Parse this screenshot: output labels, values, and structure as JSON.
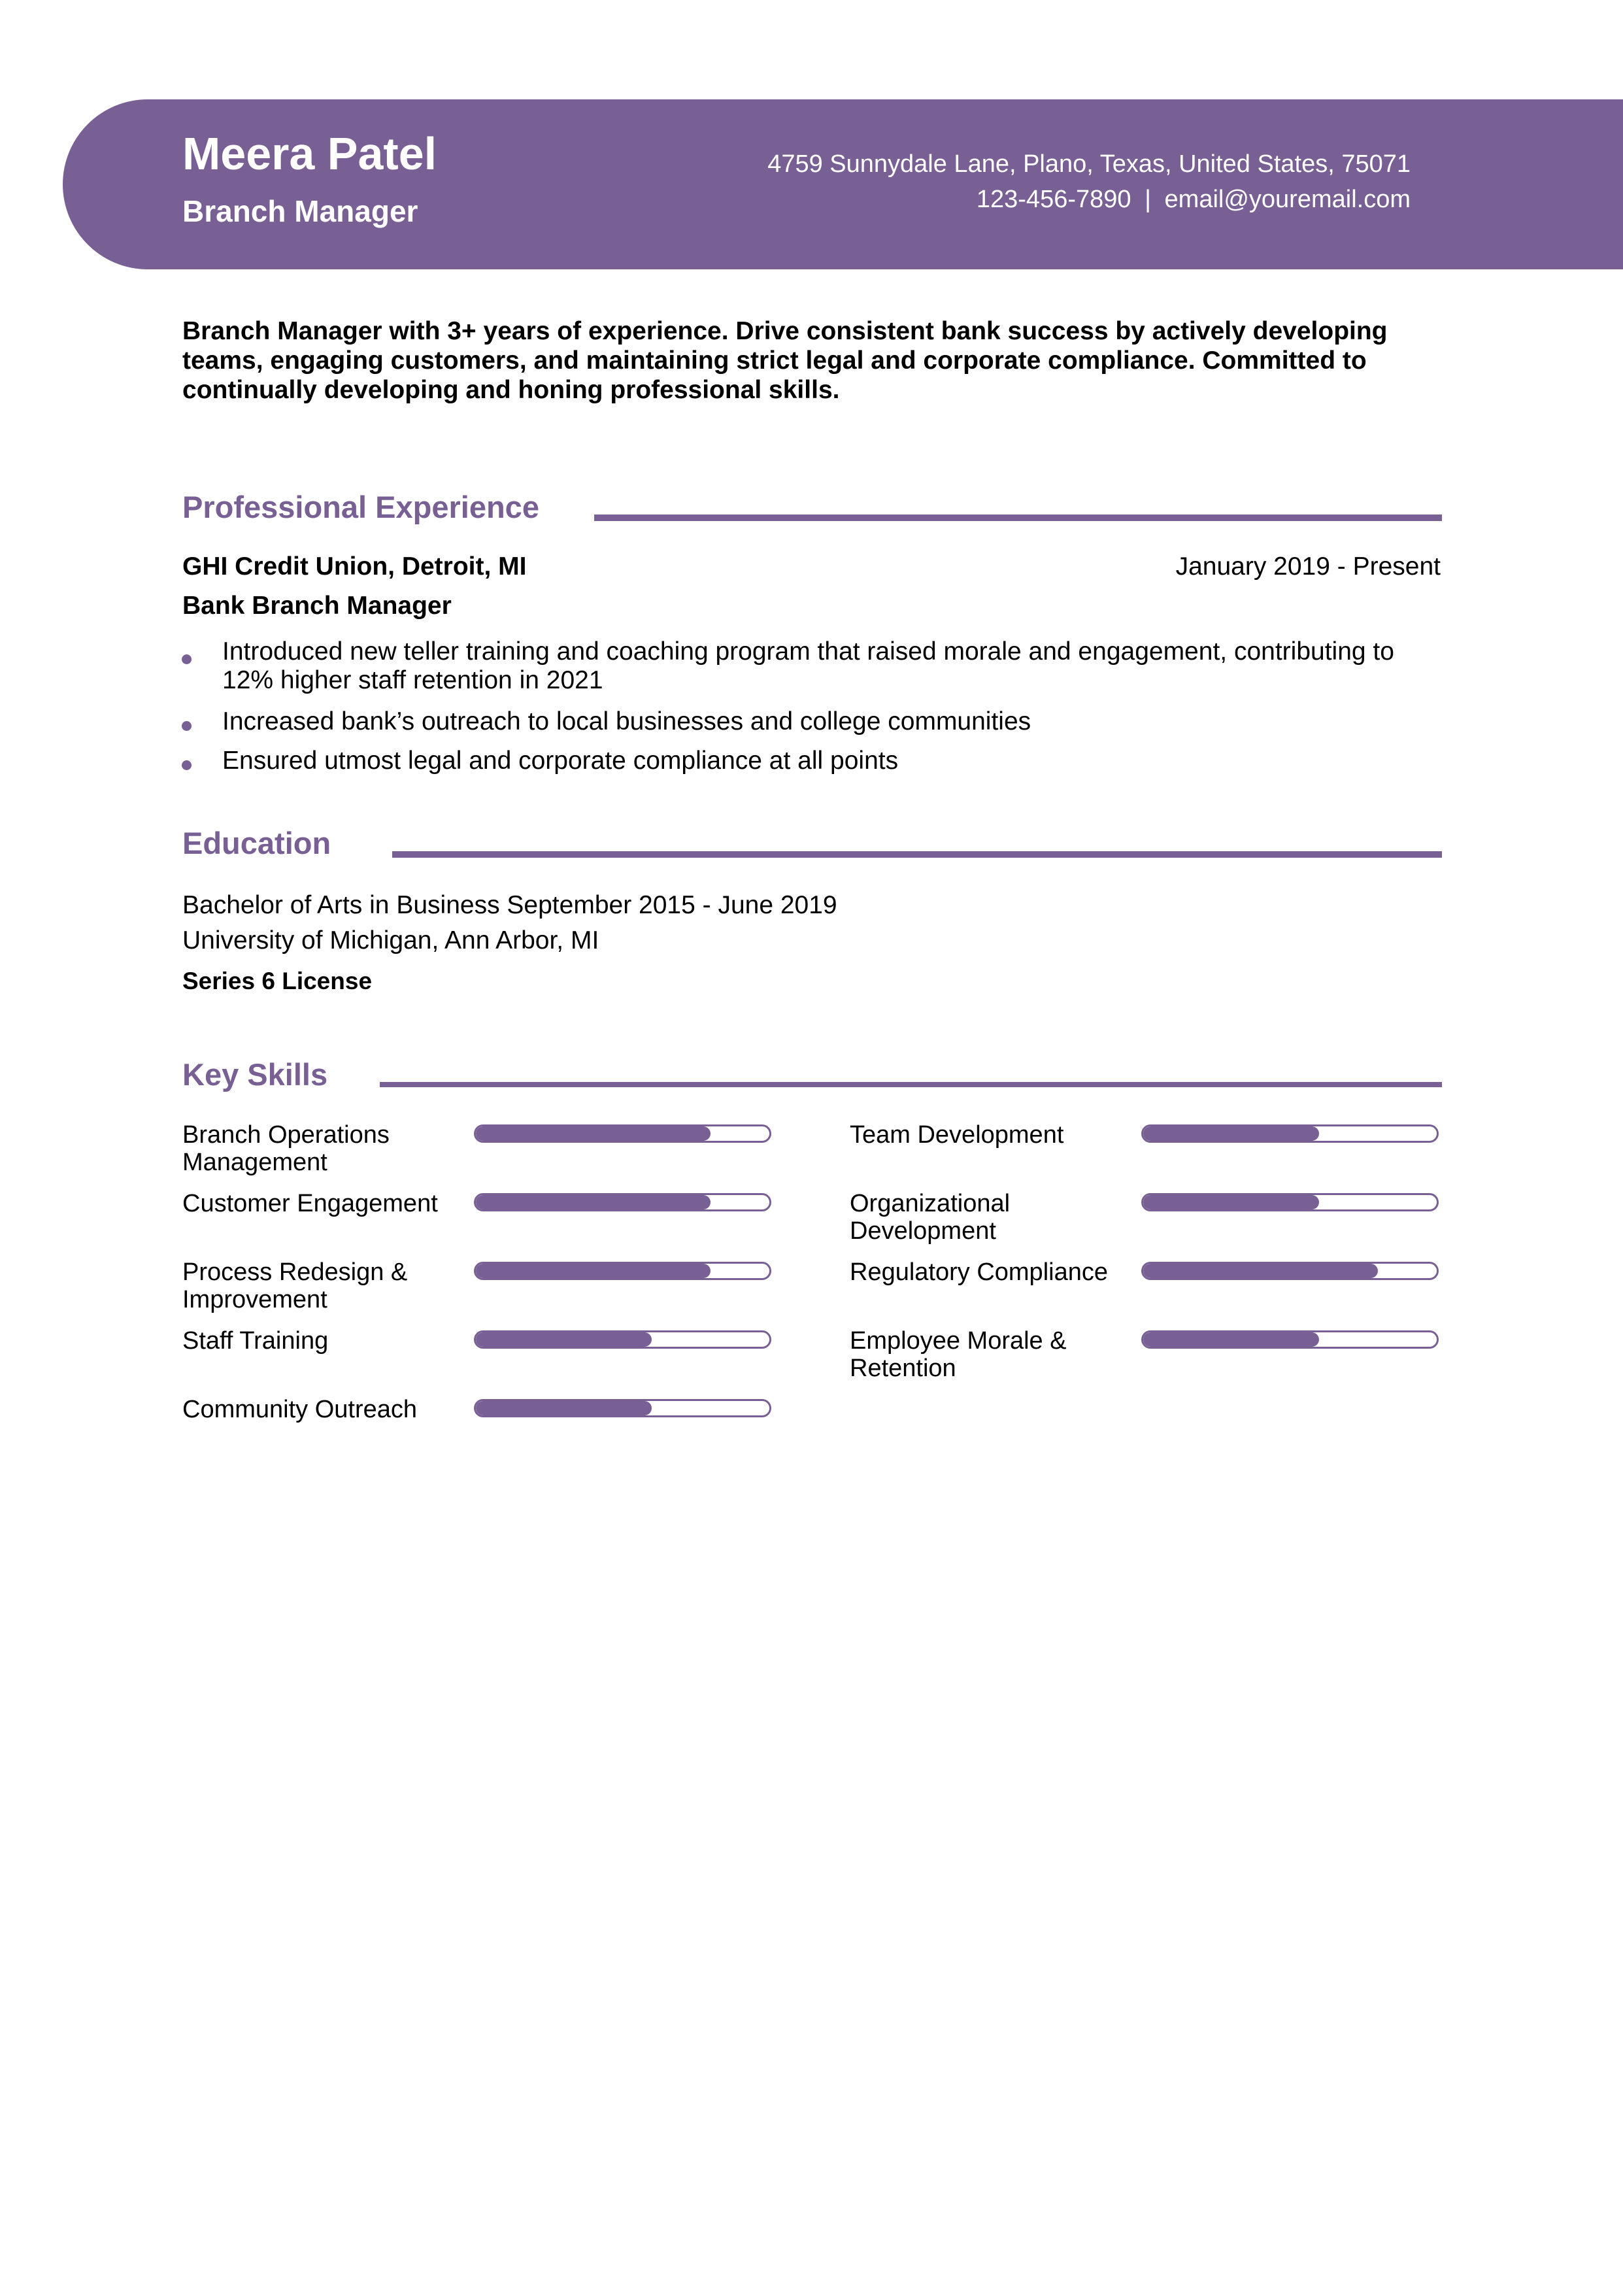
{
  "header": {
    "name": "Meera Patel",
    "title": "Branch Manager",
    "address": "4759 Sunnydale Lane, Plano, Texas, United States, 75071",
    "phone": "123-456-7890",
    "separator": "|",
    "email": "email@youremail.com"
  },
  "summary": "Branch Manager with 3+ years of experience. Drive consistent bank  success by actively developing teams, engaging customers, and  maintaining strict legal and corporate compliance. Committed to  continually developing and honing professional skills.",
  "experience": {
    "heading": "Professional Experience",
    "employer": "GHI Credit Union, Detroit, MI",
    "dates": "January 2019 - Present",
    "position": "Bank Branch Manager",
    "bullets": [
      "Introduced new teller training and coaching program that raised  morale and engagement, contributing to 12% higher staff retention in  2021",
      "Increased bank’s outreach to local businesses and college communities",
      "Ensured utmost legal and corporate compliance at all points"
    ]
  },
  "education": {
    "heading": "Education",
    "degree_line": "Bachelor of Arts in Business  September 2015 - June 2019",
    "school": "University of Michigan, Ann Arbor, MI",
    "license": "Series 6 License"
  },
  "skills": {
    "heading": "Key Skills",
    "items": [
      {
        "label": "Branch Operations Management",
        "level": 0.8
      },
      {
        "label": "Team Development",
        "level": 0.6
      },
      {
        "label": "Customer Engagement",
        "level": 0.8
      },
      {
        "label": "Organizational Development",
        "level": 0.6
      },
      {
        "label": "Process Redesign & Improvement",
        "level": 0.8
      },
      {
        "label": "Regulatory Compliance",
        "level": 0.8
      },
      {
        "label": "Staff Training",
        "level": 0.6
      },
      {
        "label": "Employee Morale & Retention",
        "level": 0.6
      },
      {
        "label": "Community Outreach",
        "level": 0.6
      }
    ]
  },
  "colors": {
    "accent": "#785f94",
    "text": "#000000",
    "header_text": "#ffffff"
  }
}
